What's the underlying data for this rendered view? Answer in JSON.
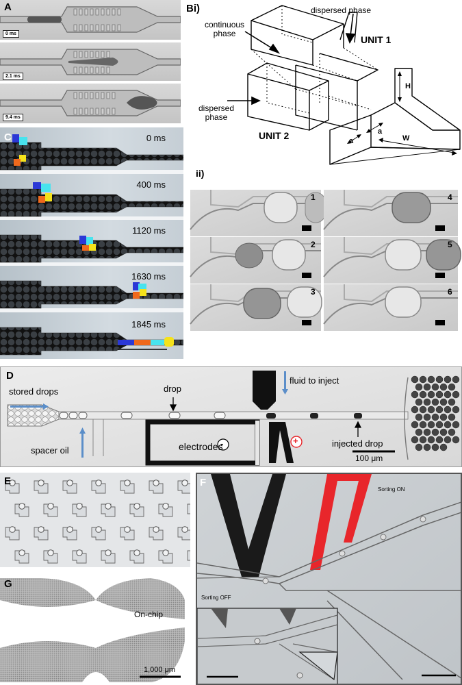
{
  "panel_a": {
    "label": "A",
    "frames": [
      "0 ms",
      "2.1 ms",
      "9.4 ms"
    ]
  },
  "panel_b": {
    "label": "Bi)",
    "continuous_phase": "continuous\nphase",
    "dispersed_phase_top": "dispersed phase",
    "dispersed_phase_left": "dispersed\nphase",
    "unit1": "UNIT 1",
    "unit2": "UNIT 2",
    "dim_h": "H",
    "dim_w": "W",
    "dim_a1": "a",
    "dim_a2": "a",
    "sub_label": "ii)",
    "frame_numbers": [
      "1",
      "2",
      "3",
      "4",
      "5",
      "6"
    ]
  },
  "panel_c": {
    "label": "C",
    "frames": [
      "0 ms",
      "400 ms",
      "1120 ms",
      "1630 ms",
      "1845 ms"
    ]
  },
  "panel_d": {
    "label": "D",
    "stored_drops": "stored drops",
    "drop": "drop",
    "fluid_to_inject": "fluid to inject",
    "spacer_oil": "spacer oil",
    "electrodes": "electrodes",
    "minus": "-",
    "plus": "+",
    "injected_drop": "injected drop",
    "scale": "100 μm"
  },
  "panel_e": {
    "label": "E"
  },
  "panel_f": {
    "label": "F",
    "sorting_on": "Sorting ON",
    "sorting_off": "Sorting OFF"
  },
  "panel_g": {
    "label": "G",
    "on_chip": "On-chip",
    "scale": "1,000 μm"
  },
  "colors": {
    "electrode_on": "#e8262b",
    "arrow_blue": "#5b8ec9",
    "drop_blue": "#2b38d6",
    "drop_cyan": "#48e3ee",
    "drop_yellow": "#f5e21b",
    "drop_orange": "#f0691c"
  }
}
